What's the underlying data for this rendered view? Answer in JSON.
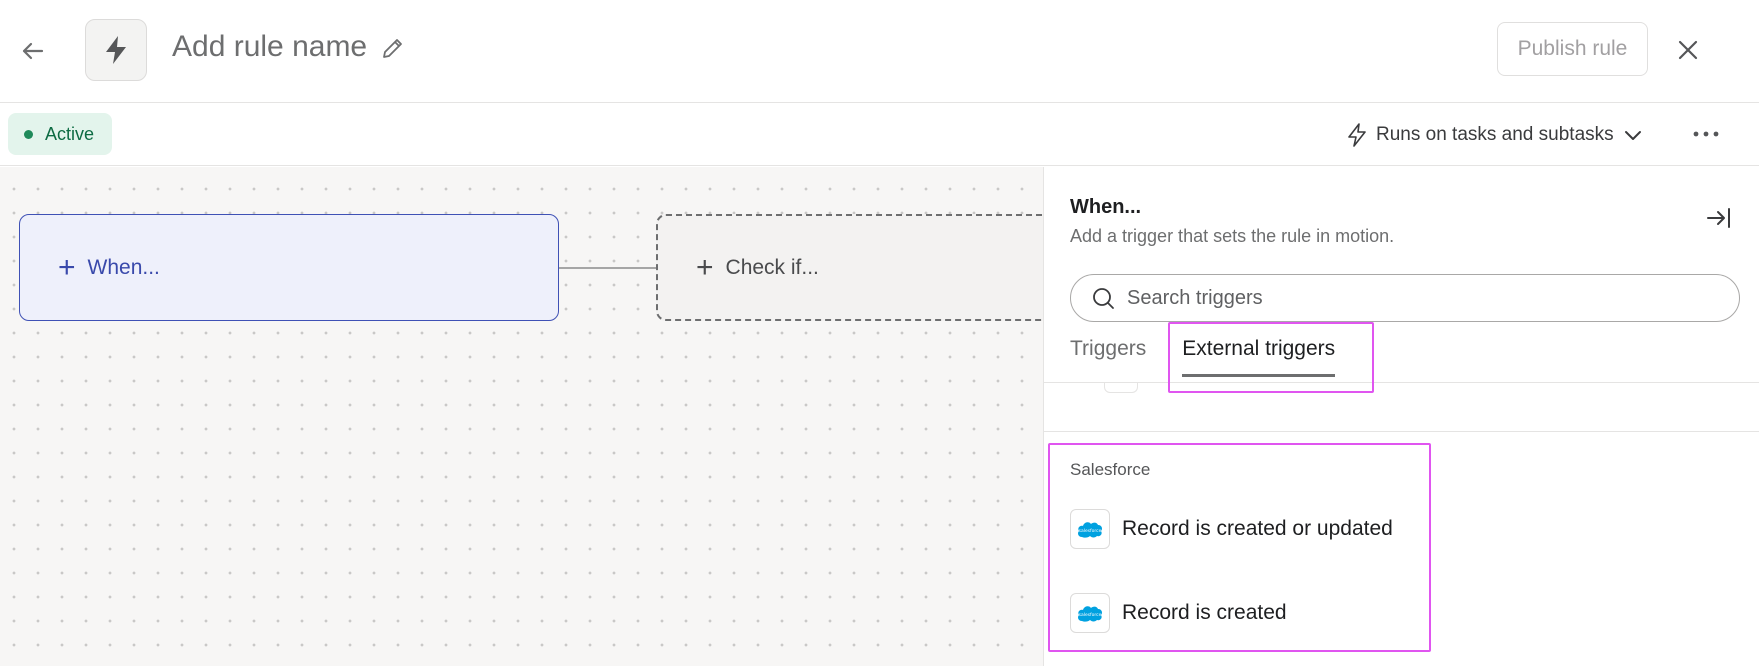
{
  "header": {
    "title": "Add rule name",
    "publish_label": "Publish rule",
    "back_icon": "arrow-left-icon",
    "rule_icon": "lightning-icon",
    "edit_icon": "pencil-icon",
    "close_icon": "close-icon"
  },
  "subbar": {
    "status": "Active",
    "scope_label": "Runs on tasks and subtasks",
    "more_icon": "more-horizontal-icon"
  },
  "canvas": {
    "when_label": "When...",
    "check_label": "Check if..."
  },
  "panel": {
    "title": "When...",
    "subtitle": "Add a trigger that sets the rule in motion.",
    "search_placeholder": "Search triggers",
    "tabs": [
      {
        "label": "Triggers",
        "active": false
      },
      {
        "label": "External triggers",
        "active": true
      }
    ],
    "section_title": "Salesforce",
    "items": [
      {
        "label": "Record is created or updated",
        "icon": "salesforce-icon"
      },
      {
        "label": "Record is created",
        "icon": "salesforce-icon"
      }
    ]
  },
  "colors": {
    "accent": "#3f51b5",
    "status_green": "#1f8a5a",
    "highlight": "#e055f0",
    "salesforce_blue": "#00a1e0"
  }
}
